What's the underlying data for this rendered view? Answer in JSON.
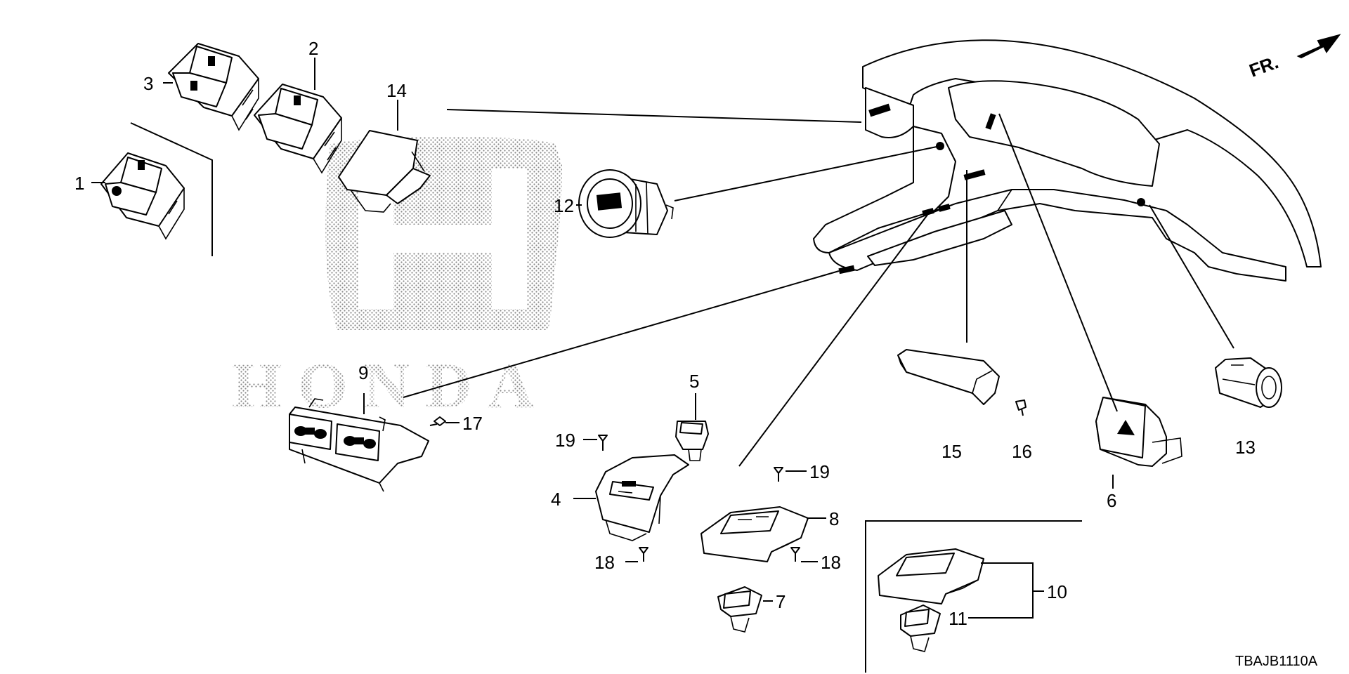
{
  "direction_label": "FR.",
  "diagram_code": "TBAJB1110A",
  "watermark_text": "HONDA",
  "callouts": {
    "c1": "1",
    "c2": "2",
    "c3": "3",
    "c4": "4",
    "c5": "5",
    "c6": "6",
    "c7": "7",
    "c8": "8",
    "c9": "9",
    "c10": "10",
    "c11": "11",
    "c12": "12",
    "c13": "13",
    "c14": "14",
    "c15": "15",
    "c16": "16",
    "c17": "17",
    "c18a": "18",
    "c18b": "18",
    "c19a": "19",
    "c19b": "19"
  },
  "icons": {
    "hazard_button": "hazard-triangle-icon",
    "front_arrow": "front-direction-arrow-icon"
  }
}
